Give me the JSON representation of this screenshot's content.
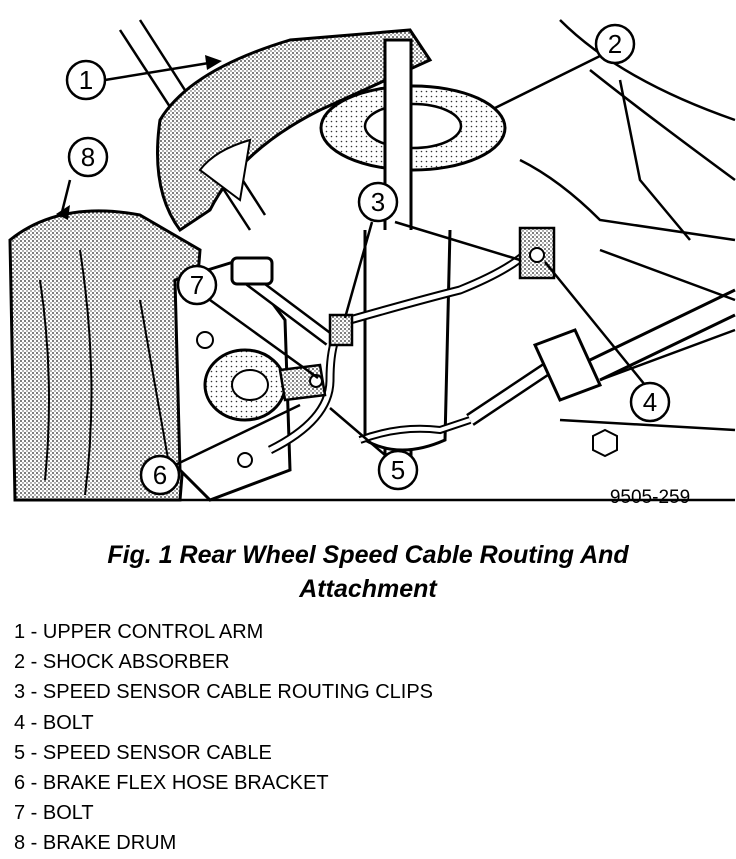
{
  "figure": {
    "number_label": "9505-259",
    "caption_line1": "Fig. 1 Rear Wheel Speed Cable Routing And",
    "caption_line2": "Attachment"
  },
  "callouts": [
    "1",
    "2",
    "3",
    "4",
    "5",
    "6",
    "7",
    "8"
  ],
  "legend": [
    "1 - UPPER CONTROL ARM",
    "2 - SHOCK ABSORBER",
    "3 - SPEED SENSOR CABLE ROUTING CLIPS",
    "4 - BOLT",
    "5 - SPEED SENSOR CABLE",
    "6 - BRAKE FLEX HOSE BRACKET",
    "7 - BOLT",
    "8 - BRAKE DRUM"
  ]
}
